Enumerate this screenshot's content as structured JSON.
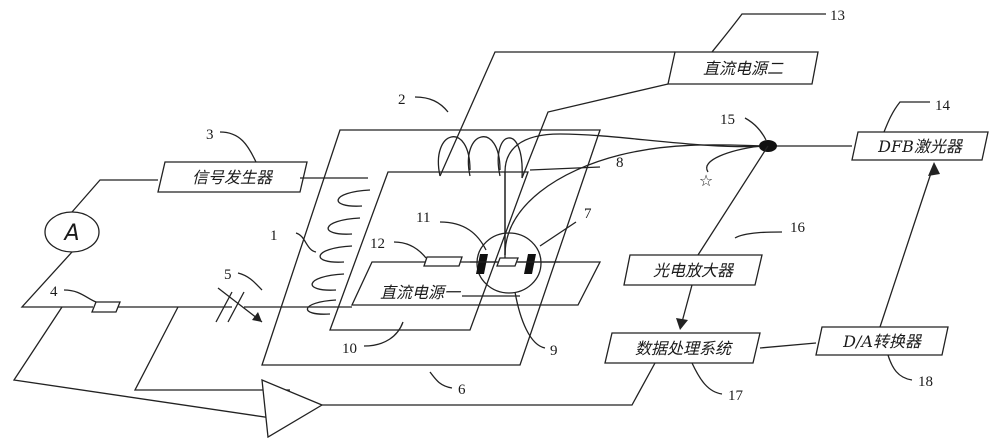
{
  "components": {
    "signal_generator": "信号发生器",
    "dc_power_2": "直流电源二",
    "dfb_laser": "DFB激光器",
    "photo_amplifier": "光电放大器",
    "data_processing": "数据处理系统",
    "da_converter": "D/A转换器",
    "dc_power_1": "直流电源一",
    "ammeter": "A"
  },
  "callouts": [
    "1",
    "2",
    "3",
    "4",
    "5",
    "6",
    "7",
    "8",
    "9",
    "10",
    "11",
    "12",
    "13",
    "14",
    "15",
    "16",
    "17",
    "18"
  ],
  "fiber_end_symbol": "☆"
}
